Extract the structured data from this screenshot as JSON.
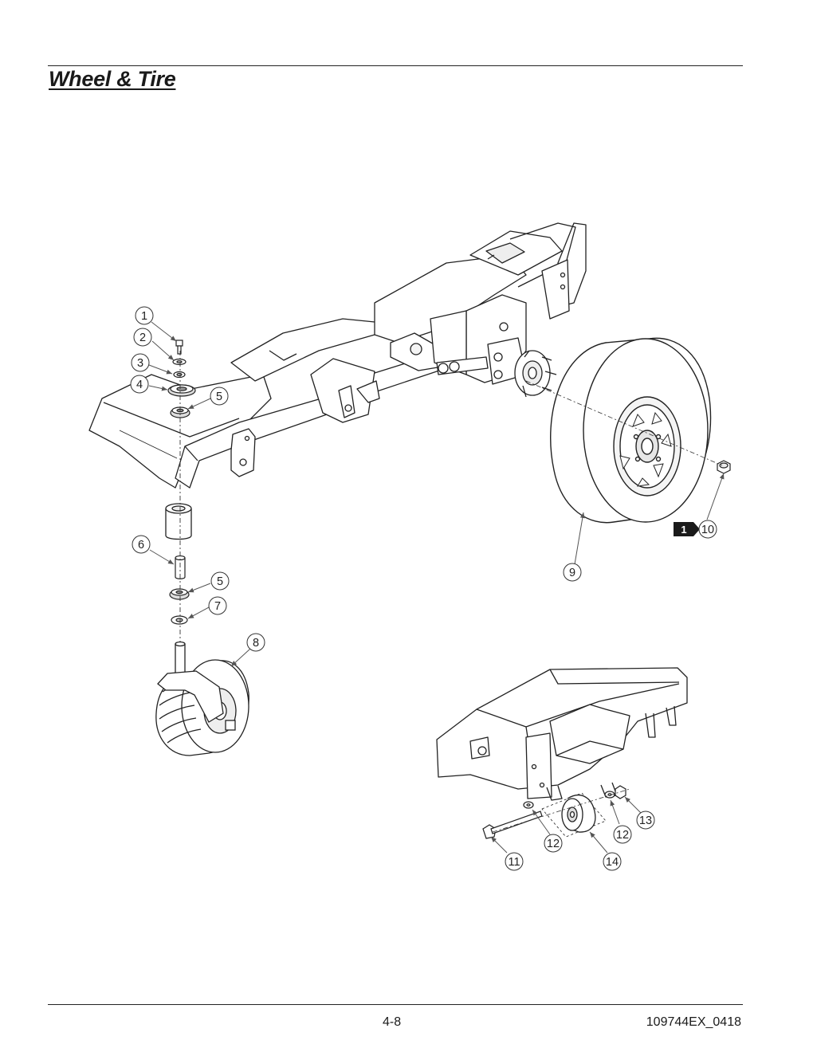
{
  "header": {
    "title": "Wheel & Tire"
  },
  "footer": {
    "page_number": "4-8",
    "doc_code": "109744EX_0418"
  },
  "callouts": {
    "c1": "1",
    "c2": "2",
    "c3": "3",
    "c4": "4",
    "c5a": "5",
    "c5b": "5",
    "c6": "6",
    "c7": "7",
    "c8": "8",
    "c9": "9",
    "c10": "10",
    "c11": "11",
    "c12a": "12",
    "c12b": "12",
    "c13": "13",
    "c14": "14"
  },
  "note_badge": {
    "label": "1"
  }
}
